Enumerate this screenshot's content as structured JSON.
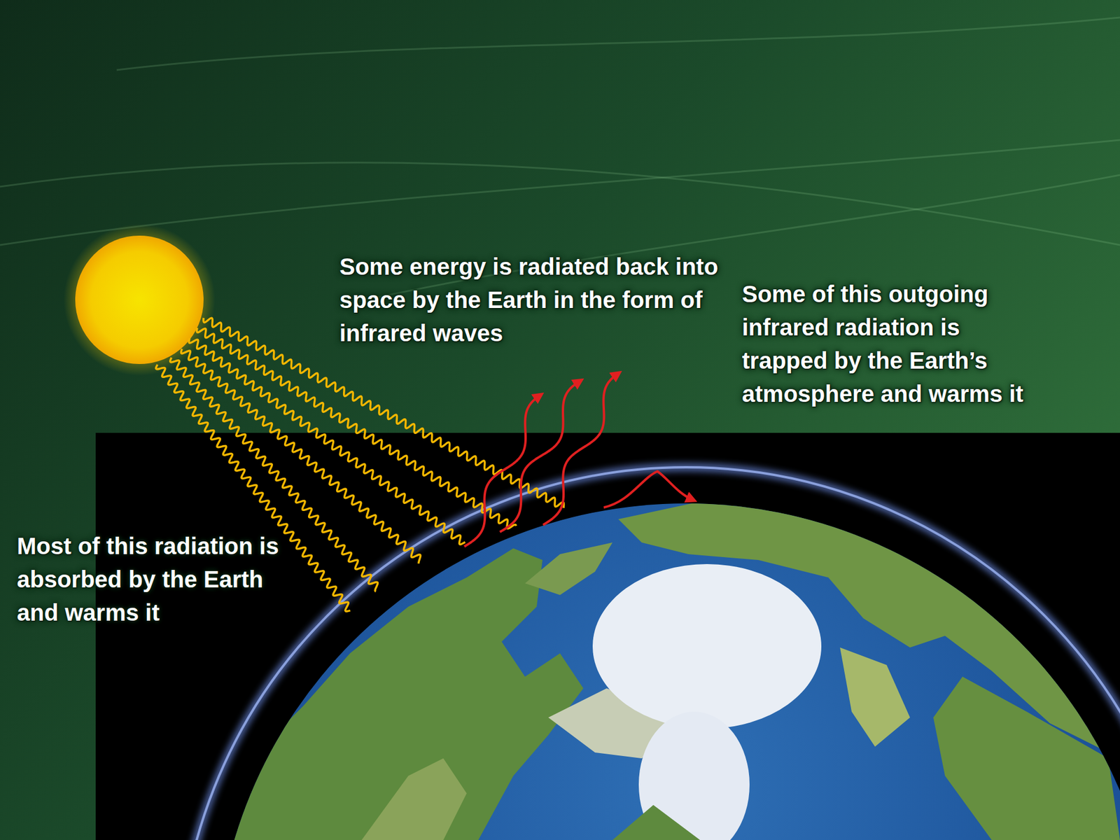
{
  "diagram": {
    "labels": [
      "Some energy is radiated back into space by the Earth in the form of infrared waves",
      "Some of this outgoing infrared radiation is trapped by the Earth’s atmosphere and warms it",
      "Most of this radiation is absorbed by the Earth and warms it"
    ]
  }
}
